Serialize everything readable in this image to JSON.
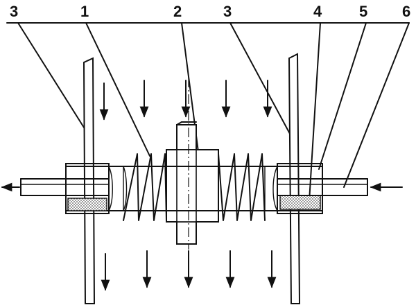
{
  "labels": {
    "l1": "1",
    "l2": "2",
    "l3_left": "3",
    "l3_right": "3",
    "l4": "4",
    "l5": "5",
    "l6": "6"
  },
  "colors": {
    "stroke": "#111111",
    "background": "#ffffff",
    "filler": "#bbbbbb"
  }
}
